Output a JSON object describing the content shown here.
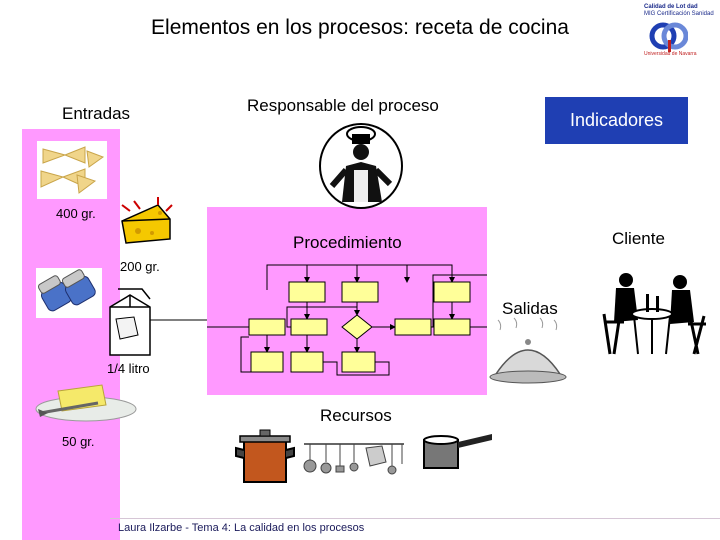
{
  "title": "Elementos en los procesos: receta de cocina",
  "logo": {
    "line1": "Calidad de Lot dad",
    "line2": "MIG Certificación Sanidad",
    "line3": "Universidad de Navarra"
  },
  "labels": {
    "entradas": "Entradas",
    "responsable": "Responsable del proceso",
    "indicadores": "Indicadores",
    "procedimiento": "Procedimiento",
    "cliente": "Cliente",
    "salidas": "Salidas",
    "recursos": "Recursos"
  },
  "quantities": {
    "pasta": "400 gr.",
    "cheese": "200 gr.",
    "milk": "1/4 litro",
    "butter": "50 gr."
  },
  "footer": "Laura Ilzarbe - Tema 4: La calidad en los procesos",
  "colors": {
    "panel": "#ff99ff",
    "indicator_box": "#1f3fb3",
    "flow_box": "#ffff99"
  }
}
